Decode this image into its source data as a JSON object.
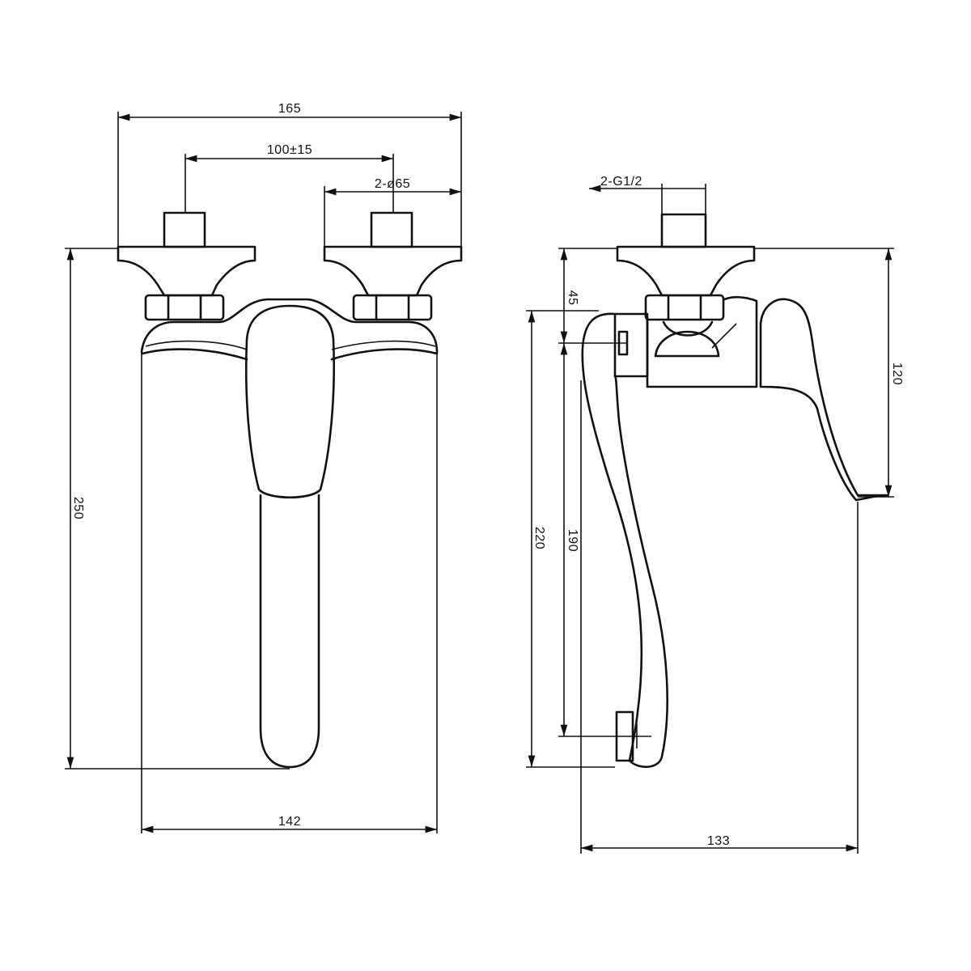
{
  "front_view": {
    "dim_overall_width": "165",
    "dim_inlet_spacing": "100±15",
    "dim_flange_diameter": "2-ø65",
    "dim_height": "250",
    "dim_body_width": "142"
  },
  "side_view": {
    "dim_inlet_thread": "2-G1/2",
    "dim_offset": "45",
    "dim_total_height": "220",
    "dim_spout_height": "190",
    "dim_lever_height": "120",
    "dim_projection": "133"
  },
  "colors": {
    "line": "#111111",
    "background": "#ffffff"
  }
}
